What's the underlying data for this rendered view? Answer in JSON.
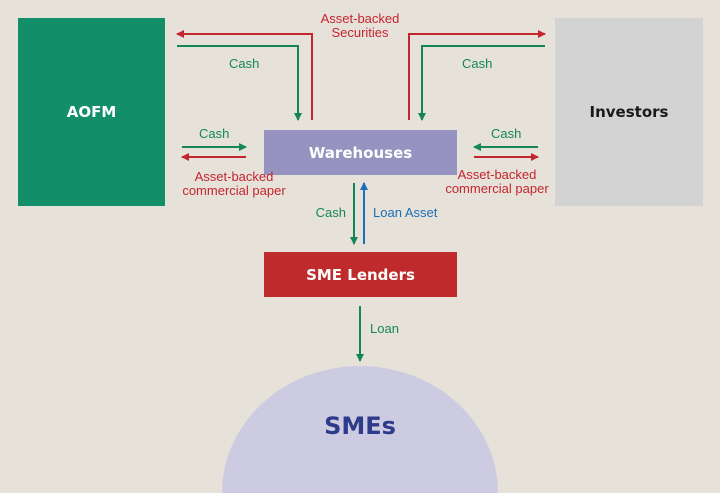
{
  "nodes": {
    "aofm": "AOFM",
    "investors": "Investors",
    "warehouses": "Warehouses",
    "sme_lenders": "SME Lenders",
    "smes": "SMEs"
  },
  "labels": {
    "abs_line1": "Asset-backed",
    "abs_line2": "Securities",
    "cash_top_left": "Cash",
    "cash_top_right": "Cash",
    "cash_left": "Cash",
    "cash_right": "Cash",
    "abcp_left_line1": "Asset-backed",
    "abcp_left_line2": "commercial paper",
    "abcp_right_line1": "Asset-backed",
    "abcp_right_line2": "commercial paper",
    "cash_down": "Cash",
    "loan_asset": "Loan Asset",
    "loan": "Loan"
  },
  "colors": {
    "background": "#e6e1d9",
    "aofm": "#128f69",
    "investors": "#d3d3d4",
    "warehouses": "#9693c0",
    "sme_lenders": "#bf2b2c",
    "smes": "#cdcbe2",
    "cash_arrow": "#14875a",
    "asset_arrow": "#c4262e",
    "loan_asset_arrow": "#1c6fb5"
  }
}
